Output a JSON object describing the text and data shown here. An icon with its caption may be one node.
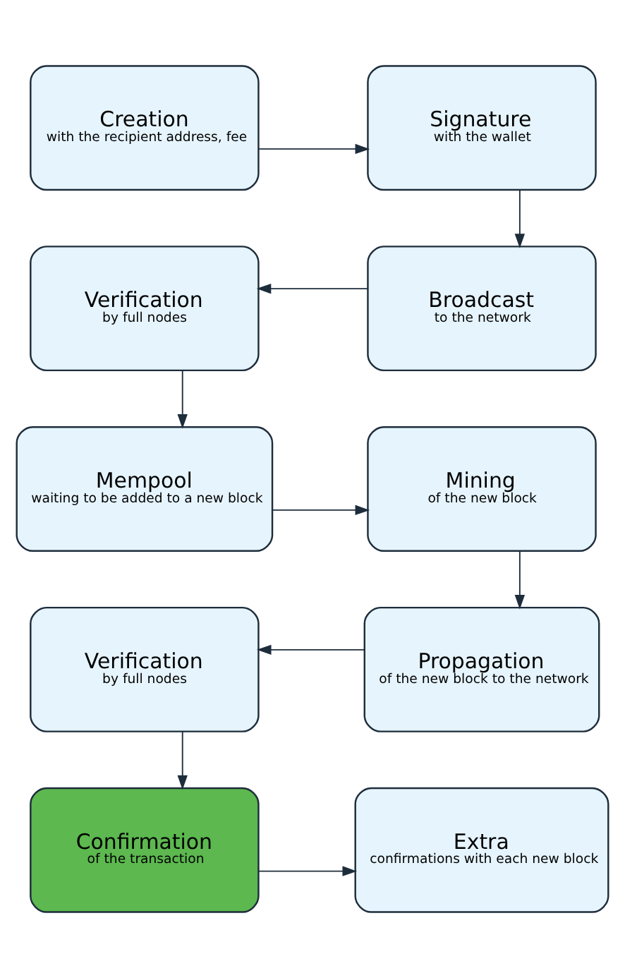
{
  "diagram": {
    "nodes": [
      {
        "text": [
          "Creation",
          "with the recipient address, fee"
        ]
      },
      {
        "text": [
          "Signature",
          "with the wallet"
        ]
      },
      {
        "text": [
          "Broadcast",
          "to the network"
        ]
      },
      {
        "text": [
          "Verification",
          "by full nodes"
        ]
      },
      {
        "text": [
          "Mempool",
          "waiting to be added to a new block"
        ]
      },
      {
        "text": [
          "Mining",
          "of the new block"
        ]
      },
      {
        "text": [
          "Propagation",
          "of the new block to the network"
        ]
      },
      {
        "text": [
          "Verification",
          "by full nodes"
        ]
      },
      {
        "text": [
          "Confirmation",
          "of the transaction"
        ]
      },
      {
        "text": [
          "Extra",
          "confirmations with each new block"
        ]
      }
    ],
    "edges": [
      {
        "from": 0,
        "to": 1,
        "arrow": "to"
      },
      {
        "from": 1,
        "to": 2,
        "arrow": "to"
      },
      {
        "from": 2,
        "to": 3,
        "arrow": "to"
      },
      {
        "from": 3,
        "to": 4,
        "arrow": "to"
      },
      {
        "from": 4,
        "to": 5,
        "arrow": "to"
      },
      {
        "from": 5,
        "to": 6,
        "arrow": "to"
      },
      {
        "from": 6,
        "to": 7,
        "arrow": "to"
      },
      {
        "from": 7,
        "to": 8,
        "arrow": "to"
      },
      {
        "from": 8,
        "to": 9,
        "arrow": "to"
      }
    ]
  }
}
